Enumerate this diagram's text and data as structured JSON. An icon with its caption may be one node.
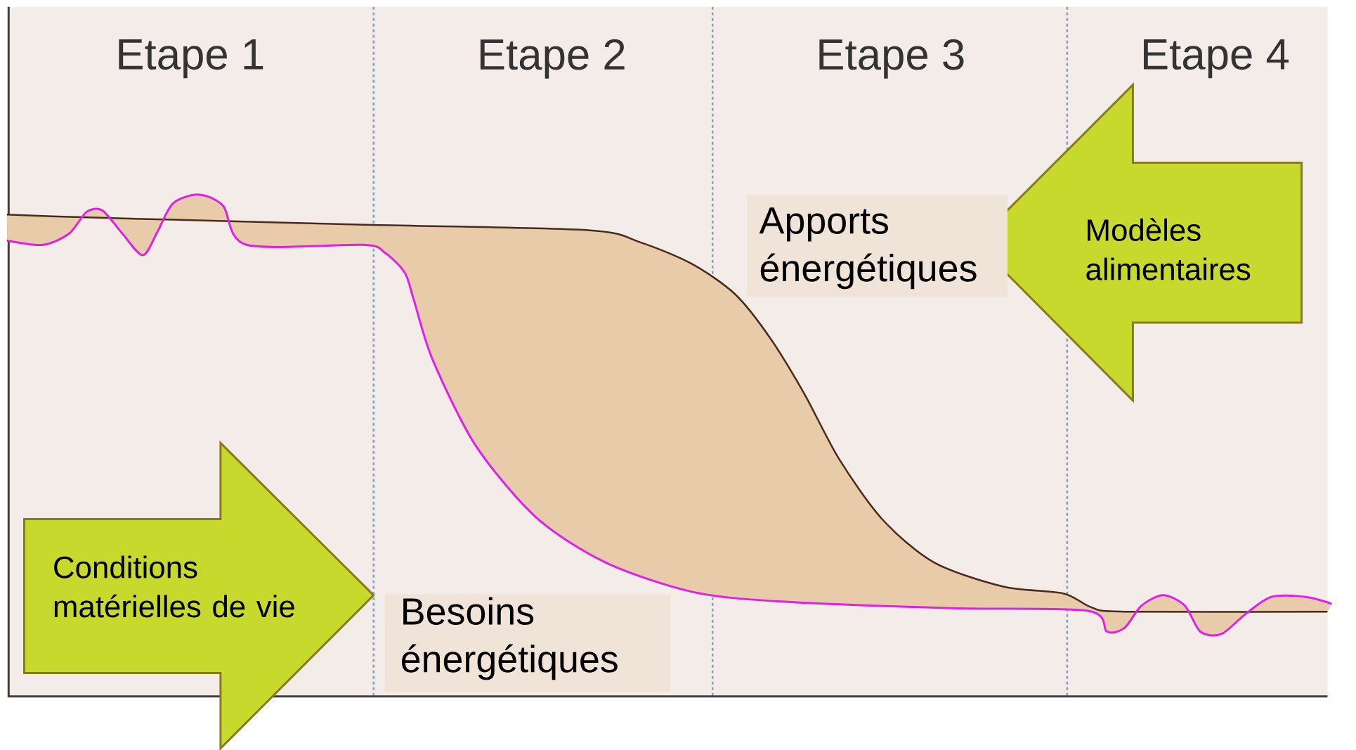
{
  "diagram": {
    "nodes": [
      {
        "text": [
          "Conditions matérielles de vie"
        ]
      },
      {
        "text": [
          "Modèles alimentaires"
        ]
      }
    ],
    "labels": [
      "Etape 1",
      "Etape 2",
      "Etape 3",
      "Etape 4",
      "Apports énergétiques",
      "Besoins énergétiques"
    ]
  }
}
